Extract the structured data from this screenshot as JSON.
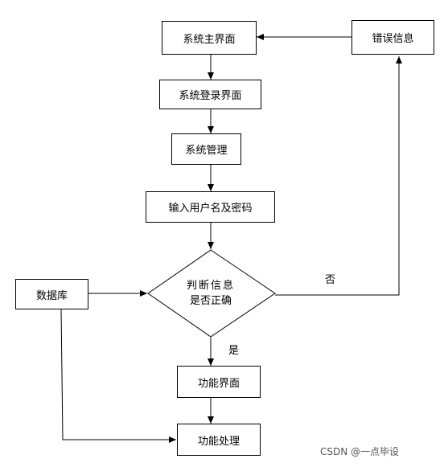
{
  "nodes": {
    "system_main": "系统主界面",
    "error_info": "错误信息",
    "system_login": "系统登录界面",
    "system_manage": "系统管理",
    "input_credentials": "输入用户名及密码",
    "database": "数据库",
    "decision_line1": "判断信息",
    "decision_line2": "是否正确",
    "function_ui": "功能界面",
    "function_process": "功能处理"
  },
  "edge_labels": {
    "no": "否",
    "yes": "是"
  },
  "watermark": "CSDN @一点毕设"
}
